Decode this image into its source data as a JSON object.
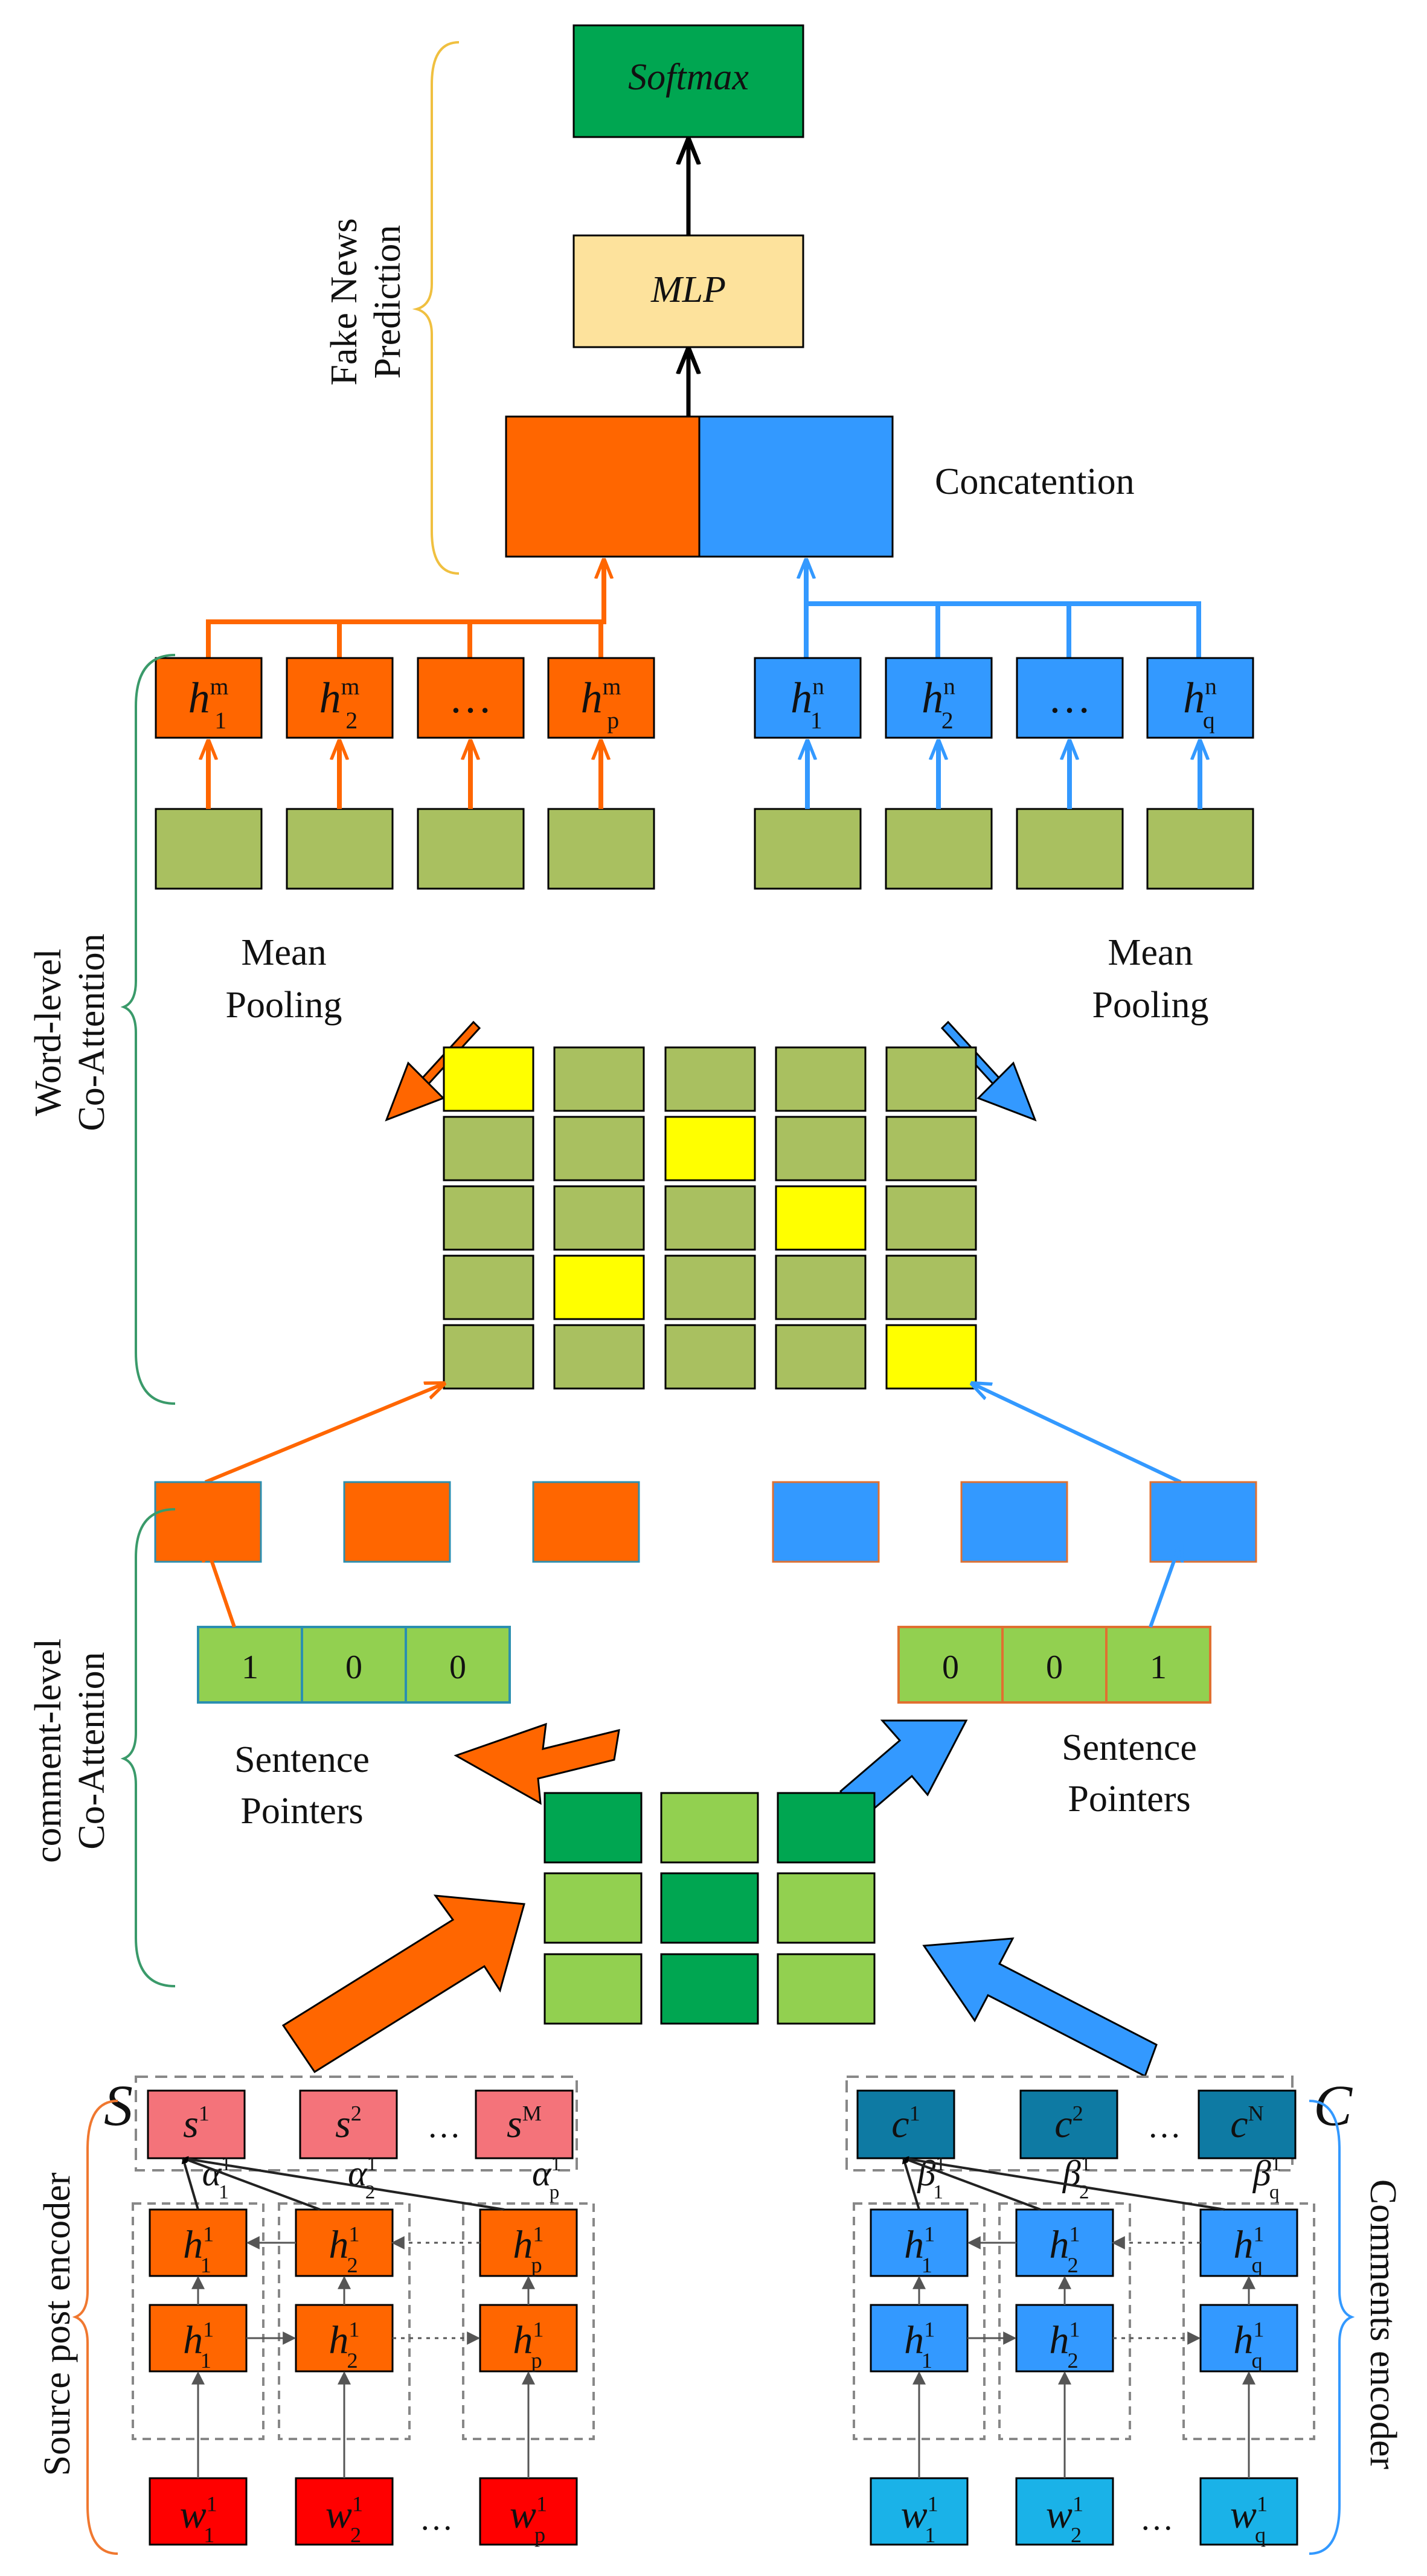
{
  "colors": {
    "orange": "#ff6600",
    "blue": "#3399ff",
    "olive": "#a9c060",
    "yellow": "#ffff00",
    "softmax_green": "#00a651",
    "mlp_fill": "#fde29c",
    "dark_green": "#00a651",
    "light_green": "#92d050",
    "pink": "#f4737a",
    "red": "#ff0000",
    "teal": "#0e7aa3",
    "cyan": "#1ab2e8",
    "bracket_yellow": "#f0c040",
    "bracket_green": "#3a9a6a",
    "bracket_orange": "#f07830",
    "bracket_blue": "#3399ff"
  },
  "top": {
    "softmax_label": "Softmax",
    "mlp_label": "MLP",
    "concat_label": "Concatention",
    "fake_news_line1": "Fake News",
    "fake_news_line2": "Prediction"
  },
  "word_level": {
    "title_line1": "Word-level",
    "title_line2": "Co-Attention",
    "pool_left_line1": "Mean",
    "pool_left_line2": "Pooling",
    "pool_right_line1": "Mean",
    "pool_right_line2": "Pooling",
    "h_left": [
      {
        "base": "h",
        "sub": "1",
        "sup": "m"
      },
      {
        "base": "h",
        "sub": "2",
        "sup": "m"
      },
      {
        "base": "…",
        "sub": "",
        "sup": ""
      },
      {
        "base": "h",
        "sub": "p",
        "sup": "m"
      }
    ],
    "h_right": [
      {
        "base": "h",
        "sub": "1",
        "sup": "n"
      },
      {
        "base": "h",
        "sub": "2",
        "sup": "n"
      },
      {
        "base": "…",
        "sub": "",
        "sup": ""
      },
      {
        "base": "h",
        "sub": "q",
        "sup": "n"
      }
    ],
    "grid": [
      [
        "yellow",
        "olive",
        "olive",
        "olive",
        "olive"
      ],
      [
        "olive",
        "olive",
        "yellow",
        "olive",
        "olive"
      ],
      [
        "olive",
        "olive",
        "olive",
        "yellow",
        "olive"
      ],
      [
        "olive",
        "yellow",
        "olive",
        "olive",
        "olive"
      ],
      [
        "olive",
        "olive",
        "olive",
        "olive",
        "yellow"
      ]
    ]
  },
  "comment_level": {
    "title_line1": "comment-level",
    "title_line2": "Co-Attention",
    "left_pointer_values": [
      "1",
      "0",
      "0"
    ],
    "right_pointer_values": [
      "0",
      "0",
      "1"
    ],
    "left_label_line1": "Sentence",
    "left_label_line2": "Pointers",
    "right_label_line1": "Sentence",
    "right_label_line2": "Pointers",
    "grid": [
      [
        "dark",
        "light",
        "dark"
      ],
      [
        "light",
        "dark",
        "light"
      ],
      [
        "light",
        "dark",
        "light"
      ]
    ]
  },
  "source_encoder": {
    "side_letter": "S",
    "title": "Source post encoder",
    "s_labels": [
      {
        "base": "s",
        "sup": "1"
      },
      {
        "base": "s",
        "sup": "2"
      },
      {
        "base": "…",
        "sup": ""
      },
      {
        "base": "s",
        "sup": "M"
      }
    ],
    "alpha_labels": [
      {
        "base": "α",
        "sub": "1",
        "sup": "1"
      },
      {
        "base": "α",
        "sub": "2",
        "sup": "1"
      },
      {
        "base": "α",
        "sub": "p",
        "sup": "1"
      }
    ],
    "h_back": [
      {
        "base": "h",
        "sub": "1",
        "sup": "1"
      },
      {
        "base": "h",
        "sub": "2",
        "sup": "1"
      },
      {
        "base": "h",
        "sub": "p",
        "sup": "1"
      }
    ],
    "h_fwd": [
      {
        "base": "h",
        "sub": "1",
        "sup": "1"
      },
      {
        "base": "h",
        "sub": "2",
        "sup": "1"
      },
      {
        "base": "h",
        "sub": "p",
        "sup": "1"
      }
    ],
    "w_labels": [
      {
        "base": "w",
        "sub": "1",
        "sup": "1"
      },
      {
        "base": "w",
        "sub": "2",
        "sup": "1"
      },
      {
        "base": "w",
        "sub": "p",
        "sup": "1"
      }
    ],
    "dots": "…"
  },
  "comments_encoder": {
    "side_letter": "C",
    "title": "Comments encoder",
    "c_labels": [
      {
        "base": "c",
        "sup": "1"
      },
      {
        "base": "c",
        "sup": "2"
      },
      {
        "base": "…",
        "sup": ""
      },
      {
        "base": "c",
        "sup": "N"
      }
    ],
    "beta_labels": [
      {
        "base": "β",
        "sub": "1",
        "sup": "1"
      },
      {
        "base": "β",
        "sub": "2",
        "sup": "1"
      },
      {
        "base": "β",
        "sub": "q",
        "sup": "1"
      }
    ],
    "h_back": [
      {
        "base": "h",
        "sub": "1",
        "sup": "1"
      },
      {
        "base": "h",
        "sub": "2",
        "sup": "1"
      },
      {
        "base": "h",
        "sub": "q",
        "sup": "1"
      }
    ],
    "h_fwd": [
      {
        "base": "h",
        "sub": "1",
        "sup": "1"
      },
      {
        "base": "h",
        "sub": "2",
        "sup": "1"
      },
      {
        "base": "h",
        "sub": "q",
        "sup": "1"
      }
    ],
    "w_labels": [
      {
        "base": "w",
        "sub": "1",
        "sup": "1"
      },
      {
        "base": "w",
        "sub": "2",
        "sup": "1"
      },
      {
        "base": "w",
        "sub": "q",
        "sup": "1"
      }
    ],
    "dots": "…"
  }
}
